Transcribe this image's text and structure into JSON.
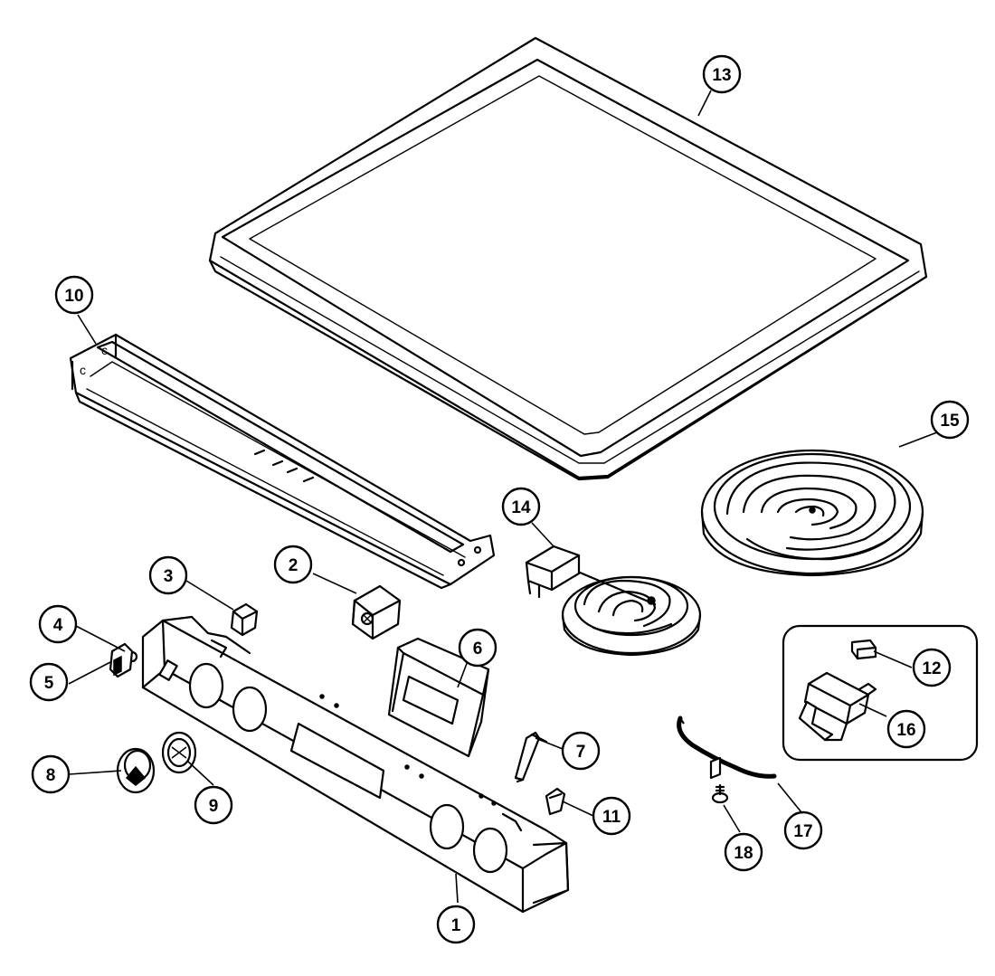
{
  "diagram": {
    "callouts": [
      {
        "id": "c1",
        "label": "1"
      },
      {
        "id": "c2",
        "label": "2"
      },
      {
        "id": "c3",
        "label": "3"
      },
      {
        "id": "c4",
        "label": "4"
      },
      {
        "id": "c5",
        "label": "5"
      },
      {
        "id": "c6",
        "label": "6"
      },
      {
        "id": "c7",
        "label": "7"
      },
      {
        "id": "c8",
        "label": "8"
      },
      {
        "id": "c9",
        "label": "9"
      },
      {
        "id": "c10",
        "label": "10"
      },
      {
        "id": "c11",
        "label": "11"
      },
      {
        "id": "c12",
        "label": "12"
      },
      {
        "id": "c13",
        "label": "13"
      },
      {
        "id": "c14",
        "label": "14"
      },
      {
        "id": "c15",
        "label": "15"
      },
      {
        "id": "c16",
        "label": "16"
      },
      {
        "id": "c17",
        "label": "17"
      },
      {
        "id": "c18",
        "label": "18"
      }
    ],
    "line_color": "#000000",
    "background_color": "#ffffff"
  }
}
